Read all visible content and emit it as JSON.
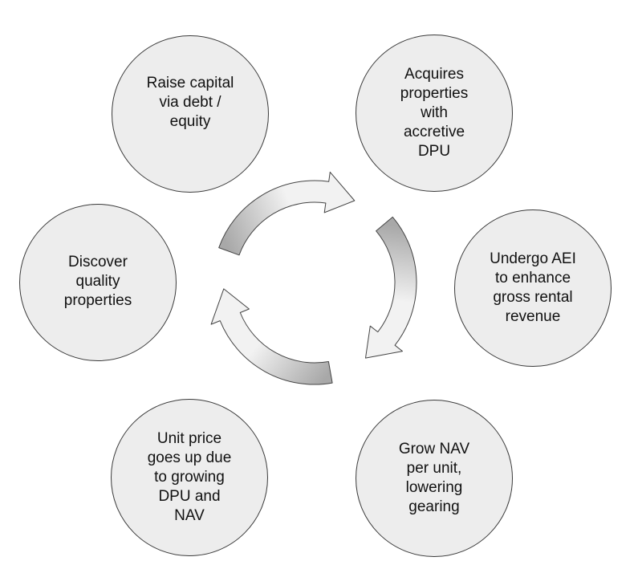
{
  "diagram": {
    "nodes": [
      {
        "id": "raise",
        "label": "Raise capital\nvia debt /\nequity"
      },
      {
        "id": "acquire",
        "label": "Acquires\nproperties\nwith\naccretive\nDPU"
      },
      {
        "id": "aei",
        "label": "Undergo AEI\nto enhance\ngross rental\nrevenue"
      },
      {
        "id": "grow",
        "label": "Grow NAV\nper unit,\nlowering\ngearing"
      },
      {
        "id": "unitprice",
        "label": "Unit price\ngoes up due\nto growing\nDPU and\nNAV"
      },
      {
        "id": "discover",
        "label": "Discover\nquality\nproperties"
      }
    ],
    "cycle": {
      "arrow_count": 3,
      "direction": "clockwise",
      "colors": {
        "tail": "#a8a8a8",
        "head": "#f2f2f2",
        "outline": "#444444"
      }
    }
  }
}
